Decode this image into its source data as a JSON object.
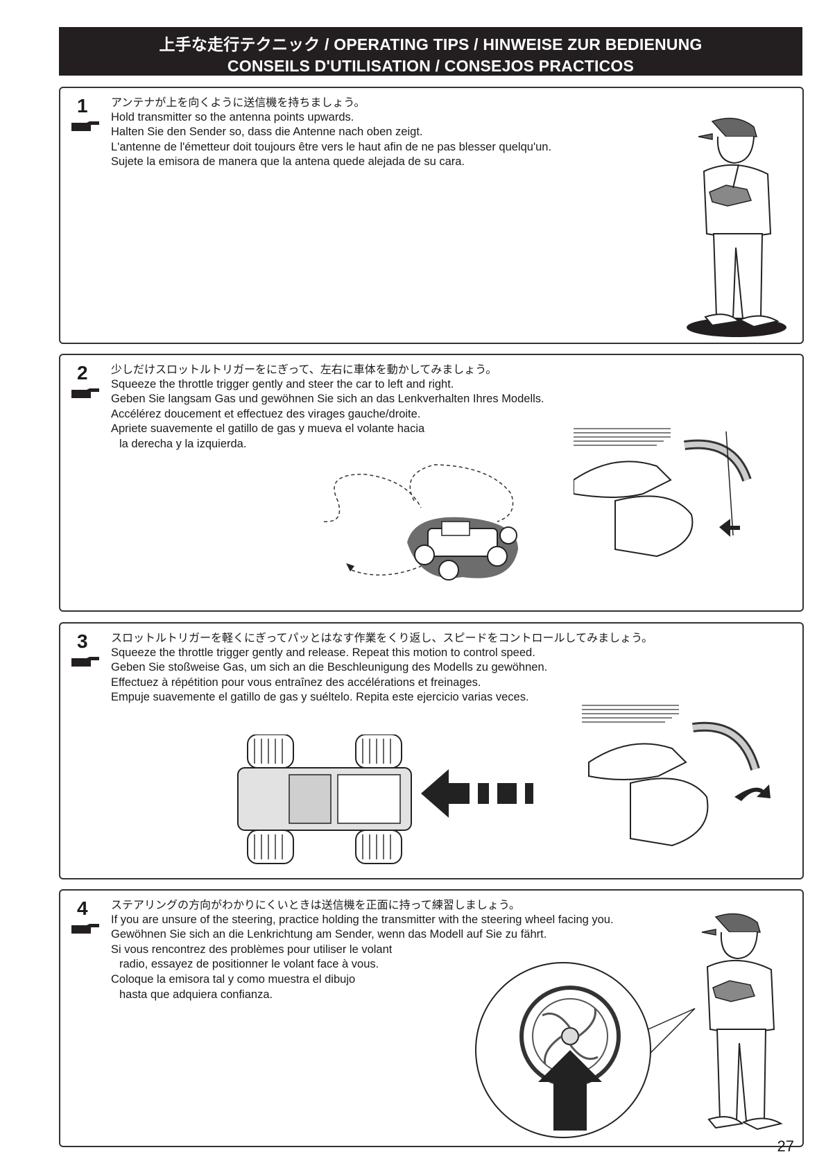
{
  "header": {
    "line1": "上手な走行テクニック / OPERATING TIPS / HINWEISE ZUR BEDIENUNG",
    "line2": "CONSEILS D'UTILISATION / CONSEJOS PRACTICOS"
  },
  "steps": [
    {
      "number": "1",
      "lines": [
        "アンテナが上を向くように送信機を持ちましょう。",
        "Hold transmitter so the antenna points upwards.",
        "Halten Sie den Sender so, dass die Antenne nach oben zeigt.",
        "L'antenne de l'émetteur doit toujours être vers le haut afin de ne pas blesser quelqu'un.",
        "Sujete la emisora de manera que la antena quede alejada de su cara."
      ]
    },
    {
      "number": "2",
      "lines": [
        "少しだけスロットルトリガーをにぎって、左右に車体を動かしてみましょう。",
        "Squeeze the throttle trigger gently and steer the car to left and right.",
        "Geben Sie langsam Gas und gewöhnen Sie sich an das Lenkverhalten Ihres Modells.",
        "Accélérez doucement et effectuez des virages gauche/droite.",
        "Apriete suavemente el gatillo de gas y mueva el volante hacia",
        "la derecha y la izquierda."
      ]
    },
    {
      "number": "3",
      "lines": [
        "スロットルトリガーを軽くにぎってパッとはなす作業をくり返し、スピードをコントロールしてみましょう。",
        "Squeeze the throttle trigger gently and release.  Repeat this motion to control speed.",
        "Geben Sie stoßweise Gas, um sich an die Beschleunigung des Modells zu gewöhnen.",
        "Effectuez à répétition pour vous entraînez des accélérations et freinages.",
        "Empuje suavemente el gatillo de gas y suéltelo.  Repita este ejercicio varias veces."
      ]
    },
    {
      "number": "4",
      "lines": [
        "ステアリングの方向がわかりにくいときは送信機を正面に持って練習しましょう。",
        "If you are unsure of the steering, practice holding the transmitter with the steering wheel facing you.",
        "Gewöhnen Sie sich an die Lenkrichtung am Sender, wenn das Modell auf Sie zu fährt.",
        "Si vous rencontrez des problèmes pour utiliser le volant",
        "radio, essayez de positionner le volant face à vous.",
        "Coloque la emisora tal y como muestra el dibujo",
        "hasta que adquiera confianza."
      ]
    }
  ],
  "page_number": "27"
}
